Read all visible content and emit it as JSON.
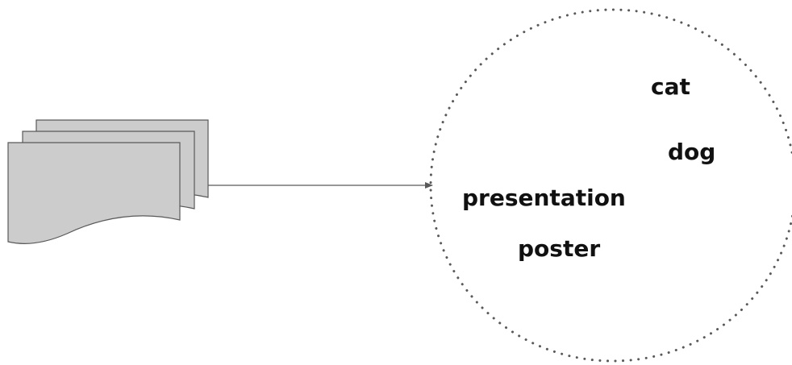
{
  "diagram": {
    "documents_icon": "stacked-documents",
    "words": {
      "cat": "cat",
      "dog": "dog",
      "presentation": "presentation",
      "poster": "poster"
    },
    "colors": {
      "document_fill": "#cccccc",
      "stroke": "#595959",
      "text": "#111111"
    }
  }
}
